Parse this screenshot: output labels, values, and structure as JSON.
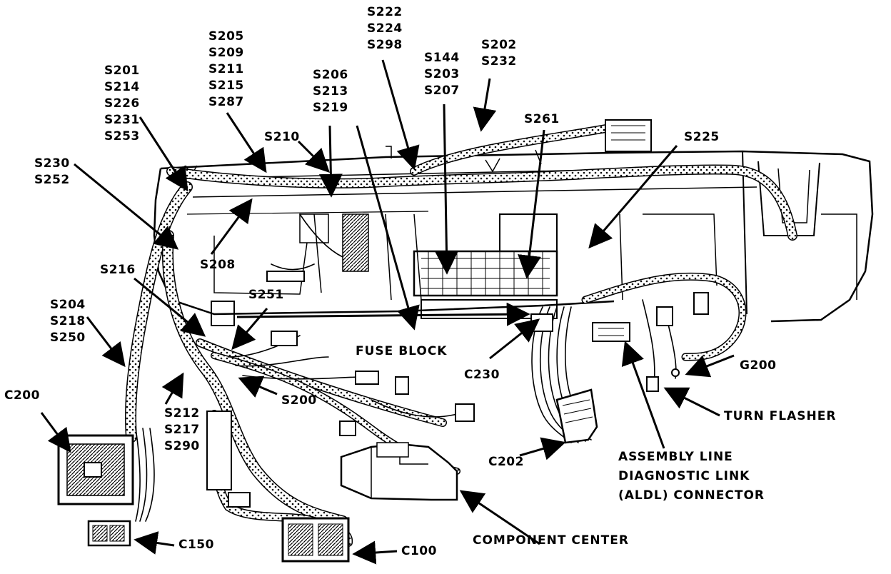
{
  "labels": {
    "s222_group": [
      "S222",
      "S224",
      "S298"
    ],
    "s202_group": [
      "S202",
      "S232"
    ],
    "s144_group": [
      "S144",
      "S203",
      "S207"
    ],
    "s205_group": [
      "S205",
      "S209",
      "S211",
      "S215",
      "S287"
    ],
    "s206_group": [
      "S206",
      "S213",
      "S219"
    ],
    "s201_group": [
      "S201",
      "S214",
      "S226",
      "S231",
      "S253"
    ],
    "s230_group": [
      "S230",
      "S252"
    ],
    "s204_group": [
      "S204",
      "S218",
      "S250"
    ],
    "s212_group": [
      "S212",
      "S217",
      "S290"
    ],
    "aldl_lines": [
      "ASSEMBLY LINE",
      "DIAGNOSTIC LINK",
      "(ALDL) CONNECTOR"
    ],
    "s261": "S261",
    "s225": "S225",
    "s210": "S210",
    "s208": "S208",
    "s216": "S216",
    "s251": "S251",
    "s200": "S200",
    "fuse_block": "FUSE BLOCK",
    "c230": "C230",
    "g200": "G200",
    "turn_flasher": "TURN FLASHER",
    "c202": "C202",
    "c200": "C200",
    "c150": "C150",
    "c100": "C100",
    "component_center": "COMPONENT CENTER"
  },
  "colors": {
    "ink": "#000000",
    "paper": "#ffffff"
  }
}
